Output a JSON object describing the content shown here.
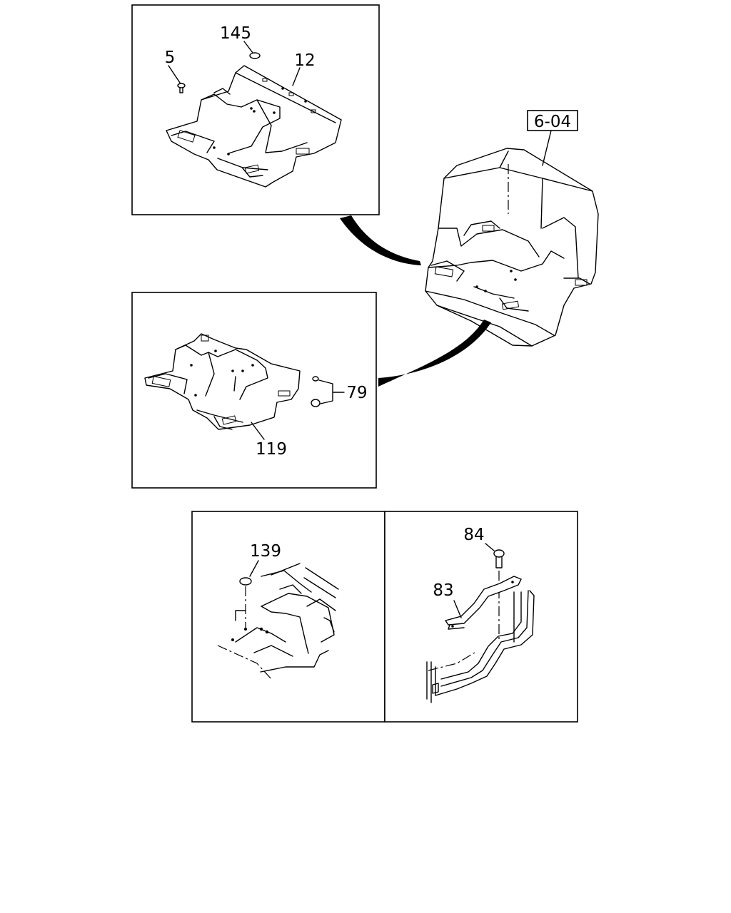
{
  "ref_box": {
    "label": "6-04"
  },
  "callouts": {
    "c5": "5",
    "c145": "145",
    "c12": "12",
    "c79": "79",
    "c119": "119",
    "c139": "139",
    "c84": "84",
    "c83": "83"
  }
}
